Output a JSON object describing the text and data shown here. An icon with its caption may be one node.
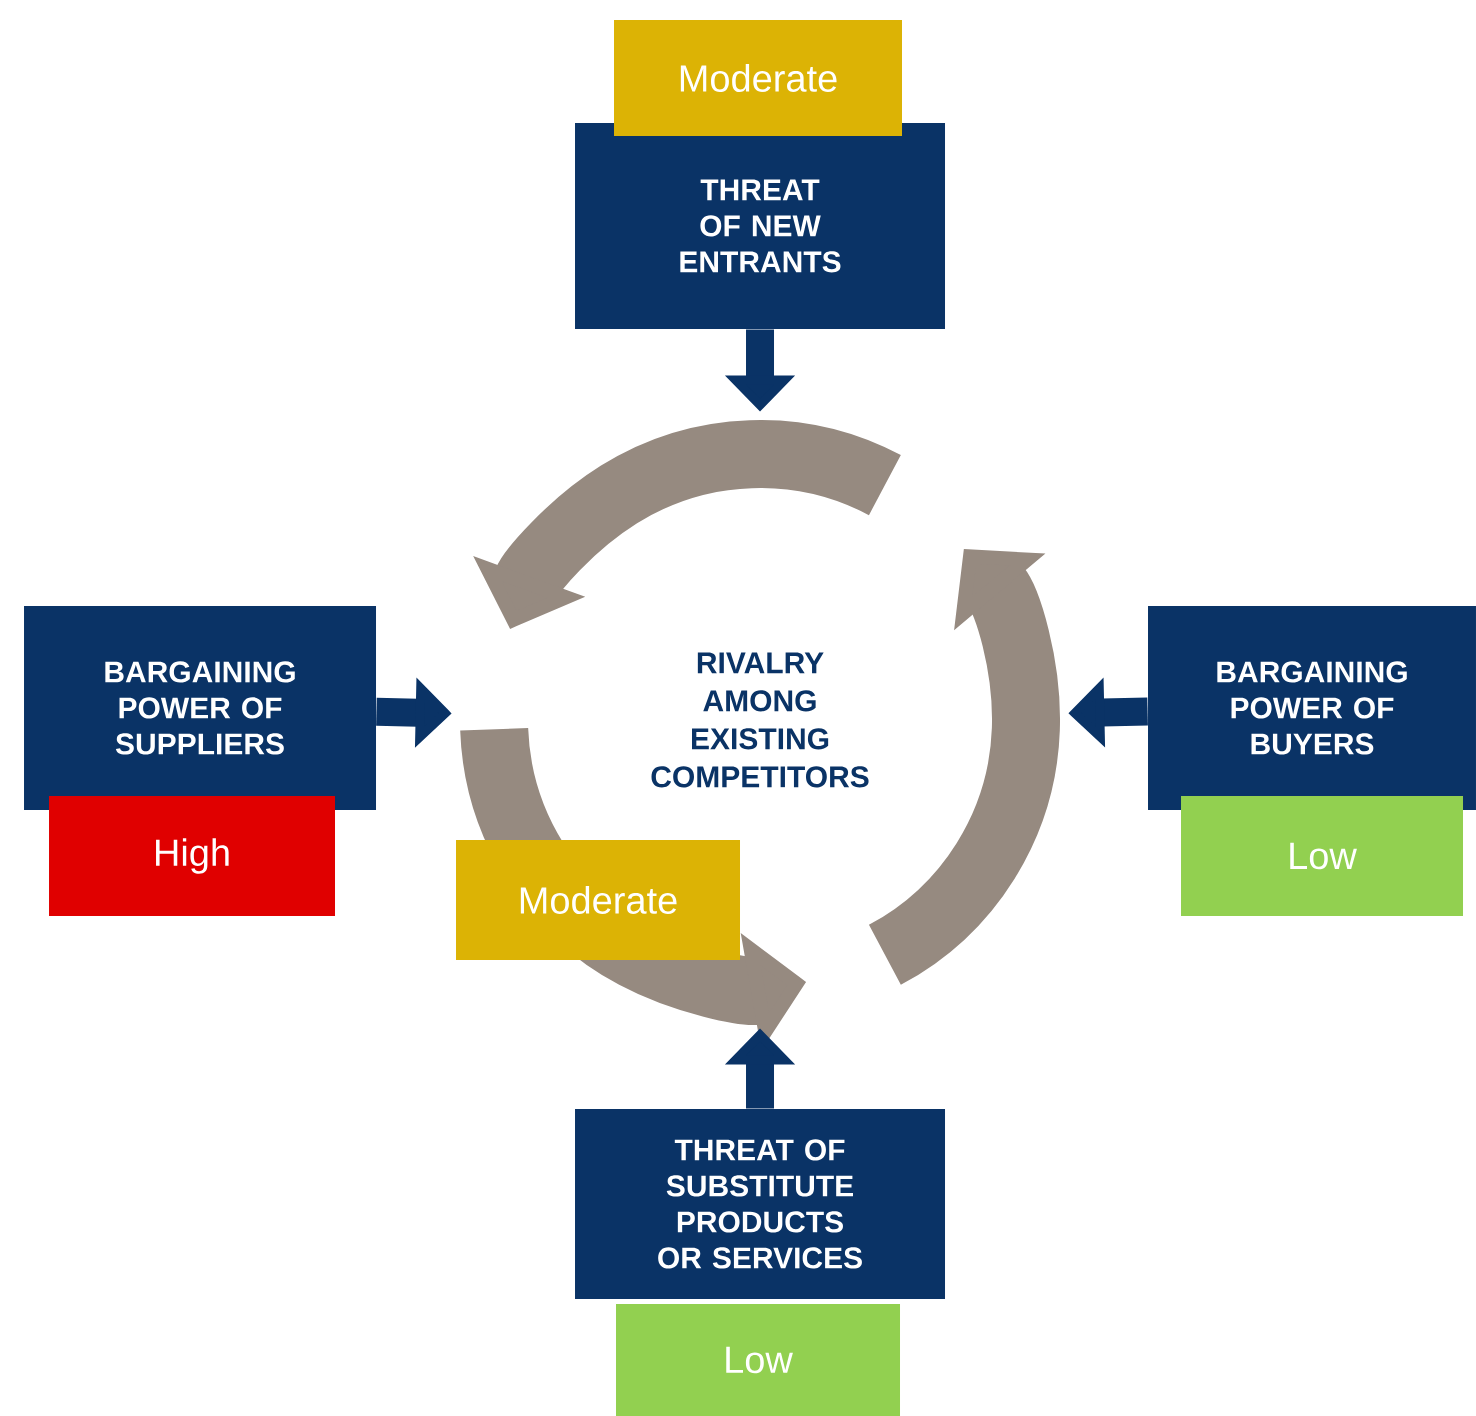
{
  "diagram": {
    "nodes": [
      {
        "text": [
          "THREAT OF NEW ENTRANTS"
        ]
      },
      {
        "text": [
          "Moderate"
        ]
      },
      {
        "text": [
          "BARGAINING POWER OF SUPPLIERS"
        ]
      },
      {
        "text": [
          "High"
        ]
      },
      {
        "text": [
          "RIVALRY AMONG EXISTING COMPETITORS"
        ]
      },
      {
        "text": [
          "Moderate"
        ]
      },
      {
        "text": [
          "BARGAINING POWER OF BUYERS"
        ]
      },
      {
        "text": [
          "Low"
        ]
      },
      {
        "text": [
          "THREAT OF SUBSTITUTE PRODUCTS OR SERVICES"
        ]
      },
      {
        "text": [
          "Low"
        ]
      }
    ],
    "edges": [
      {
        "from": 0,
        "to": 4,
        "arrow": "to"
      },
      {
        "from": 2,
        "to": 4,
        "arrow": "to"
      },
      {
        "from": 6,
        "to": 4,
        "arrow": "to"
      },
      {
        "from": 8,
        "to": 4,
        "arrow": "to"
      }
    ]
  }
}
